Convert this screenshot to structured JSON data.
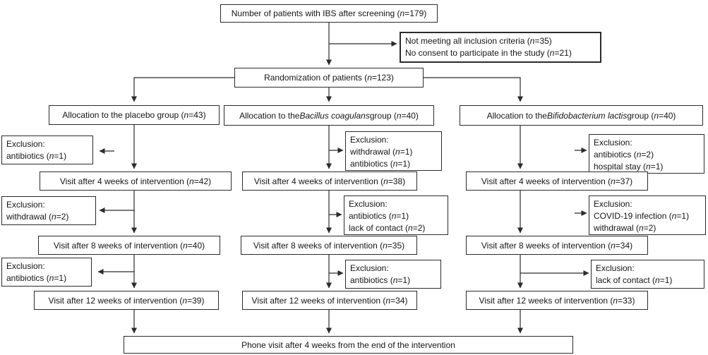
{
  "flow": {
    "screening": "Number of patients with IBS after screening  (*n*=179)",
    "screening_exclusion": [
      "Not meeting all inclusion criteria (*n*=35)",
      "No consent to participate in the study (*n*=21)"
    ],
    "randomization": "Randomization of patients  (*n*=123)",
    "columns": [
      {
        "id": "placebo",
        "allocation": "Allocation to the placebo group (*n*=43)",
        "visit4": "Visit after 4 weeks of intervention (*n*=42)",
        "visit8": "Visit after 8 weeks of intervention (*n*=40)",
        "visit12": "Visit after 12 weeks of intervention (*n*=39)",
        "exclusions": [
          {
            "title": "Exclusion:",
            "lines": [
              "antibiotics (*n*=1)"
            ]
          },
          {
            "title": "Exclusion:",
            "lines": [
              "withdrawal (*n*=2)"
            ]
          },
          {
            "title": "Exclusion:",
            "lines": [
              "antibiotics (*n*=1)"
            ]
          }
        ]
      },
      {
        "id": "bacillus-coagulans",
        "allocation": "Allocation to the *Bacillus coagulans* group (*n*=40)",
        "visit4": "Visit after 4 weeks of intervention (*n*=38)",
        "visit8": "Visit after 8 weeks of intervention (*n*=35)",
        "visit12": "Visit after 12 weeks of intervention (*n*=34)",
        "exclusions": [
          {
            "title": "Exclusion:",
            "lines": [
              "withdrawal (*n*=1)",
              "antibiotics (*n*=1)"
            ]
          },
          {
            "title": "Exclusion:",
            "lines": [
              "antibiotics (*n*=1)",
              "lack of contact (*n*=2)"
            ]
          },
          {
            "title": "Exclusion:",
            "lines": [
              "antibiotics (*n*=1)"
            ]
          }
        ]
      },
      {
        "id": "bifidobacterium-lactis",
        "allocation": "Allocation to the *Bifidobacterium lactis* group (*n*=40)",
        "visit4": "Visit after 4 weeks of intervention (*n*=37)",
        "visit8": "Visit after 8 weeks of intervention (*n*=34)",
        "visit12": "Visit after 12 weeks of intervention (*n*=33)",
        "exclusions": [
          {
            "title": "Exclusion:",
            "lines": [
              "antibiotics (*n*=2)",
              "hospital stay (*n*=1)"
            ]
          },
          {
            "title": "Exclusion:",
            "lines": [
              "COVID-19 infection (*n*=1)",
              "withdrawal (*n*=2)"
            ]
          },
          {
            "title": "Exclusion:",
            "lines": [
              "lack of contact (*n*=1)"
            ]
          }
        ]
      }
    ],
    "phone_visit": "Phone visit after 4 weeks from the end of the intervention"
  }
}
